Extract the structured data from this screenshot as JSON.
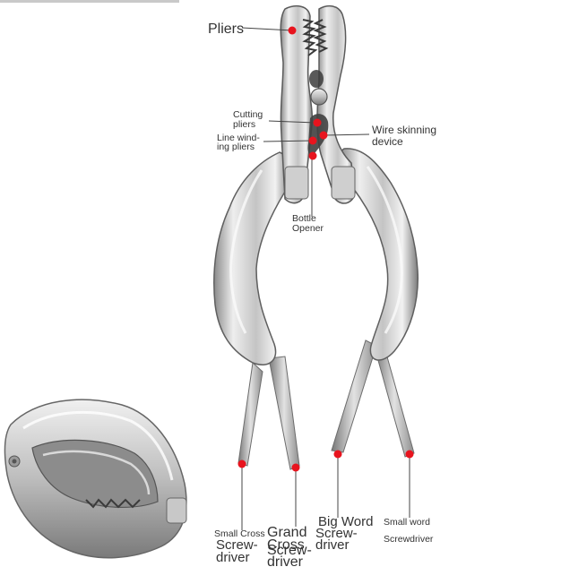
{
  "labels": {
    "pliers": "Pliers",
    "cutting": [
      "Cutting",
      "pliers"
    ],
    "line_winding": [
      "Line wind-",
      "ing pliers"
    ],
    "wire_skinning": [
      "Wire skinning",
      "device"
    ],
    "bottle_opener": [
      "Bottle",
      "Opener"
    ],
    "small_cross": [
      "Small Cross",
      "Screw-",
      "driver"
    ],
    "grand_cross": [
      "Grand",
      "Cross",
      "Screw-",
      "driver"
    ],
    "big_word": [
      "Big Word",
      "Screw-",
      "driver"
    ],
    "small_word": [
      "Small word",
      "Screwdriver"
    ]
  },
  "colors": {
    "marker": "#e8141e",
    "steel_light": "#e9e9e9",
    "steel_mid": "#b9b9b9",
    "steel_dark": "#6d6d6d",
    "leader": "#444444"
  }
}
